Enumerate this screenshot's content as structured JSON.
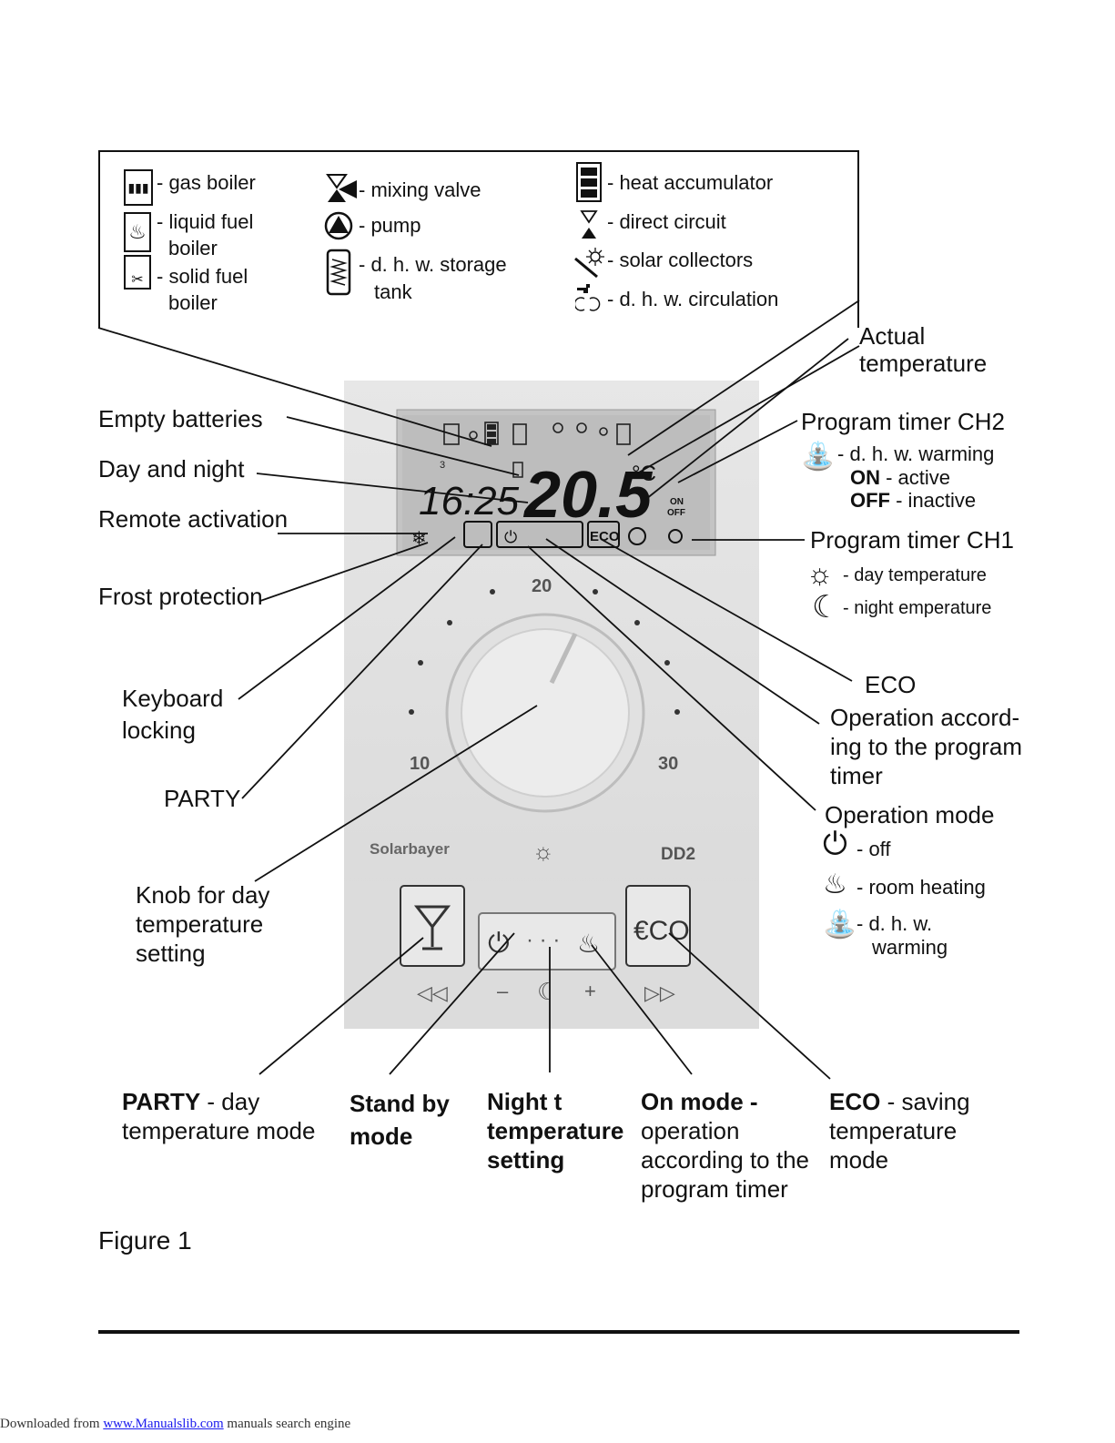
{
  "legend": {
    "col1": [
      {
        "icon": "gas-boiler-icon",
        "text": "- gas boiler"
      },
      {
        "icon": "liquid-fuel-boiler-icon",
        "text": "- liquid fuel",
        "text2": "boiler"
      },
      {
        "icon": "solid-fuel-boiler-icon",
        "text": "- solid fuel",
        "text2": "boiler"
      }
    ],
    "col2": [
      {
        "icon": "mixing-valve-icon",
        "text": "- mixing valve"
      },
      {
        "icon": "pump-icon",
        "text": "- pump"
      },
      {
        "icon": "dhw-storage-tank-icon",
        "text": "- d. h. w. storage",
        "text2": "tank"
      }
    ],
    "col3": [
      {
        "icon": "heat-accumulator-icon",
        "text": "- heat accumulator"
      },
      {
        "icon": "direct-circuit-icon",
        "text": "- direct circuit"
      },
      {
        "icon": "solar-collectors-icon",
        "text": "- solar collectors"
      },
      {
        "icon": "dhw-circulation-icon",
        "text": "- d. h. w. circulation"
      }
    ]
  },
  "left_labels": {
    "empty_batteries": "Empty batteries",
    "day_night": "Day and night",
    "remote_activation": "Remote activation",
    "frost_protection": "Frost protection",
    "keyboard_locking_1": "Keyboard",
    "keyboard_locking_2": "locking",
    "party": "PARTY",
    "knob_1": "Knob for day",
    "knob_2": "temperature",
    "knob_3": "setting"
  },
  "right_labels": {
    "actual_1": "Actual",
    "actual_2": "temperature",
    "ch2_title": "Program timer CH2",
    "ch2_dhw": "- d. h. w. warming",
    "ch2_on": "ON",
    "ch2_on_text": " - active",
    "ch2_off": "OFF",
    "ch2_off_text": " - inactive",
    "ch1_title": "Program timer CH1",
    "ch1_day": "- day temperature",
    "ch1_night": "- night emperature",
    "eco": "ECO",
    "op_timer_1": "Operation accord-",
    "op_timer_2": "ing to the program",
    "op_timer_3": "timer",
    "op_mode": "Operation mode",
    "op_off": "- off",
    "op_room": "- room heating",
    "op_dhw_1": "- d. h. w.",
    "op_dhw_2": "warming"
  },
  "device": {
    "lcd_time": "16:25",
    "lcd_temp": "20.5",
    "lcd_unit": "°C",
    "lcd_on": "ON",
    "lcd_off": "OFF",
    "dial_20": "20",
    "dial_10": "10",
    "dial_30": "30",
    "brand": "Solarbayer",
    "model": "DD2",
    "eco_button": "€CO",
    "minus": "–",
    "plus": "+"
  },
  "bottom_labels": {
    "party_bold": "PARTY",
    "party_rest": " - day",
    "party_2": "temperature mode",
    "standby_1": "Stand by",
    "standby_2": "mode",
    "night_1": "Night t",
    "night_2": "temperature",
    "night_3": "setting",
    "on_bold": "On mode",
    "on_rest": " -",
    "on_2": "operation",
    "on_3": "according to the",
    "on_4": "program timer",
    "eco_bold": "ECO",
    "eco_rest": " - saving",
    "eco_2": "temperature",
    "eco_3": "mode"
  },
  "figure_caption": "Figure 1",
  "footer": {
    "prefix": "Downloaded from ",
    "link": "www.Manualslib.com",
    "suffix": " manuals search engine"
  }
}
